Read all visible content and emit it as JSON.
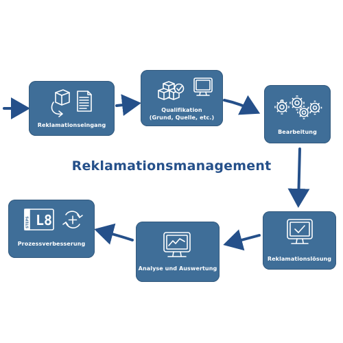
{
  "title": "Reklamationsmanagement",
  "steps": [
    {
      "label": "Reklamationseingang",
      "icon": "document-transfer-icon"
    },
    {
      "label": "Qualifikation",
      "sub": "(Grund, Quelle, etc.)",
      "icon": "boxes-check-monitor-icon"
    },
    {
      "label": "Bearbeitung",
      "icon": "gears-icon"
    },
    {
      "label": "Reklamationslösung",
      "icon": "monitor-check-icon"
    },
    {
      "label": "Analyse und Auswertung",
      "icon": "monitor-chart-icon"
    },
    {
      "label": "Prozessverbesserung",
      "icon": "l8-steps-cycle-icon"
    }
  ],
  "l8_text": "L8",
  "steps_text": "STEPS",
  "colors": {
    "box": "#3f6e98",
    "arrow": "#25508a",
    "title": "#25508a",
    "text": "#ffffff"
  }
}
